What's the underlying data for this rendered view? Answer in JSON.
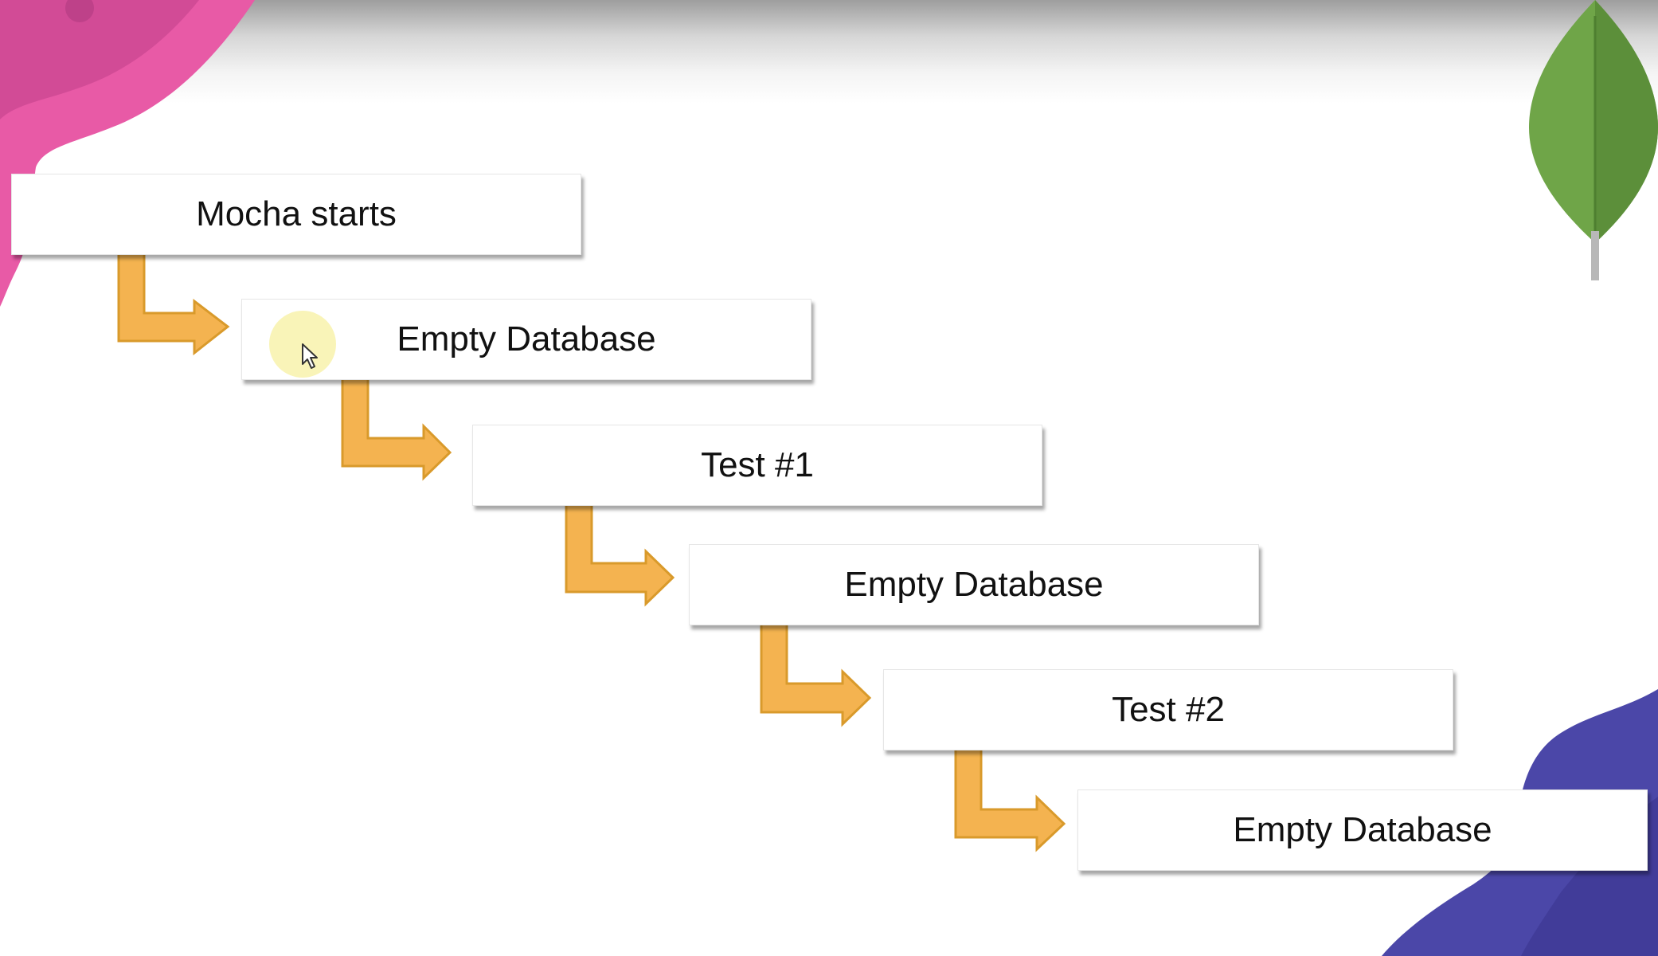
{
  "diagram": {
    "steps": [
      {
        "label": "Mocha starts"
      },
      {
        "label": "Empty Database"
      },
      {
        "label": "Test #1"
      },
      {
        "label": "Empty Database"
      },
      {
        "label": "Test #2"
      },
      {
        "label": "Empty Database"
      }
    ],
    "connector_count": 5
  },
  "colors": {
    "arrow_fill": "#F4B350",
    "arrow_stroke": "#D99A2B",
    "box_fill": "#FFFFFF",
    "pink_blob": "#E85AA6",
    "purple_blob": "#4B47A8",
    "leaf_green": "#6FA548"
  },
  "icons": {
    "leaf": "leaf-logo-icon",
    "cursor": "mouse-cursor-icon"
  }
}
